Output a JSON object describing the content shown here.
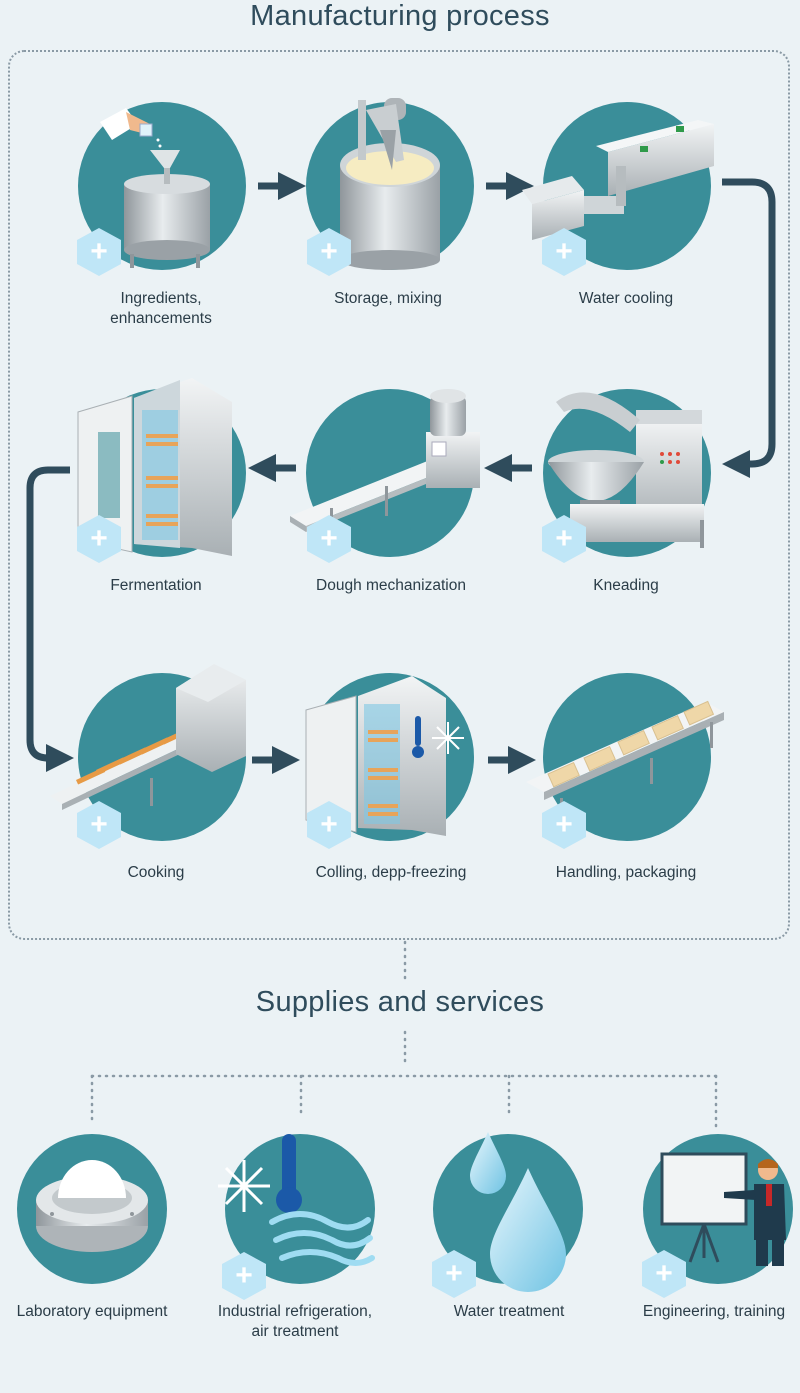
{
  "titles": {
    "manufacturing": "Manufacturing process",
    "supplies": "Supplies and services"
  },
  "process_steps": [
    {
      "label_lines": [
        "Ingredients,",
        "enhancements"
      ],
      "icon": "mixer-tank-icon"
    },
    {
      "label_lines": [
        "Storage, mixing"
      ],
      "icon": "mixing-vat-icon"
    },
    {
      "label_lines": [
        "Water cooling"
      ],
      "icon": "water-cooler-icon"
    },
    {
      "label_lines": [
        "Kneading"
      ],
      "icon": "kneader-icon"
    },
    {
      "label_lines": [
        "Dough mechanization"
      ],
      "icon": "dough-conveyor-icon"
    },
    {
      "label_lines": [
        "Fermentation"
      ],
      "icon": "proofer-cabinet-icon"
    },
    {
      "label_lines": [
        "Cooking"
      ],
      "icon": "oven-conveyor-icon"
    },
    {
      "label_lines": [
        "Colling, depp-freezing"
      ],
      "icon": "freezer-cabinet-icon"
    },
    {
      "label_lines": [
        "Handling, packaging"
      ],
      "icon": "packaging-line-icon"
    }
  ],
  "services": [
    {
      "label_lines": [
        "Laboratory equipment"
      ],
      "icon": "lab-equipment-icon"
    },
    {
      "label_lines": [
        "Industrial refrigeration,",
        "air treatment"
      ],
      "icon": "refrigeration-icon"
    },
    {
      "label_lines": [
        "Water treatment"
      ],
      "icon": "water-drop-icon"
    },
    {
      "label_lines": [
        "Engineering, training"
      ],
      "icon": "presentation-icon"
    }
  ],
  "plus_symbol": "+",
  "colors": {
    "circle": "#3a8e99",
    "arrow": "#2f4c5c",
    "hexagon": "#bfe6f7",
    "background": "#ebf2f5"
  }
}
